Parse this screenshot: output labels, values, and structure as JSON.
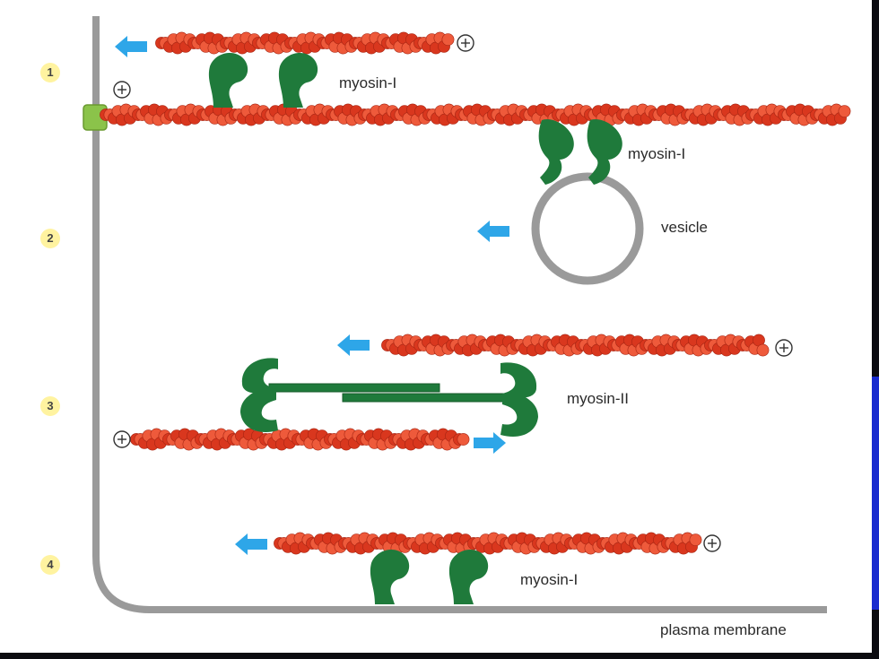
{
  "steps": [
    "1",
    "2",
    "3",
    "4"
  ],
  "labels": {
    "myosin_1_top": "myosin-I",
    "myosin_1_vesicle": "myosin-I",
    "vesicle": "vesicle",
    "myosin_2": "myosin-II",
    "myosin_1_bottom": "myosin-I",
    "plasma_membrane": "plasma membrane"
  },
  "plus_symbol": "+",
  "colors": {
    "actin": "#d9371e",
    "actin_highlight": "#ee5a3b",
    "myosin": "#1f7a3b",
    "membrane": "#9a9a9a",
    "arrow": "#2ea6e8",
    "anchor": "#8bc34a",
    "step_badge": "#fff3a0"
  }
}
